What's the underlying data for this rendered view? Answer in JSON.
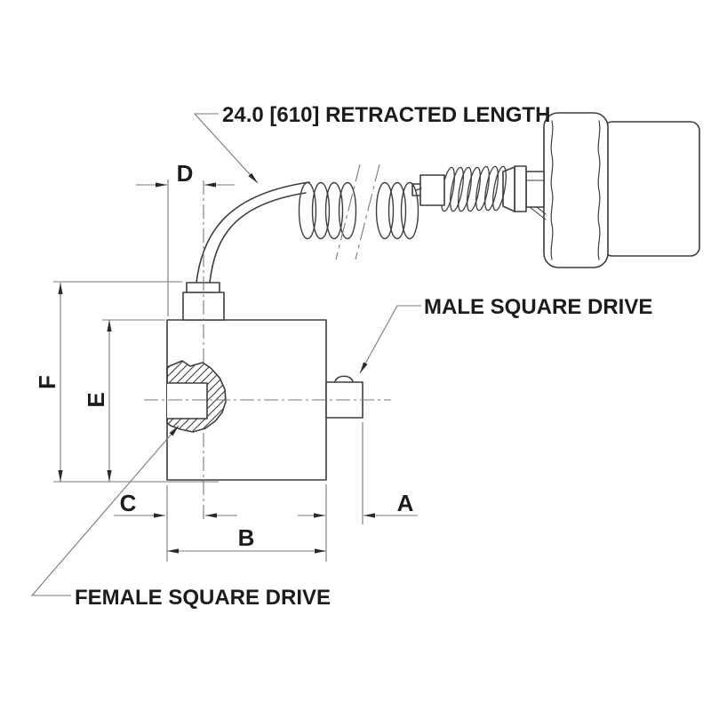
{
  "drawing": {
    "type": "engineering-dimension-drawing",
    "callouts": {
      "retracted_length": "24.0 [610] RETRACTED LENGTH",
      "male_square_drive": "MALE SQUARE DRIVE",
      "female_square_drive": "FEMALE SQUARE DRIVE"
    },
    "dimensions": {
      "a": "A",
      "b": "B",
      "c": "C",
      "d": "D",
      "e": "E",
      "f": "F"
    },
    "colors": {
      "background": "#ffffff",
      "outline": "#3e3e3e",
      "dimension_line": "#7a7a7a",
      "centerline": "#7a7a7a",
      "arrowhead": "#2a2a2a",
      "text": "#1c1c1c"
    }
  }
}
